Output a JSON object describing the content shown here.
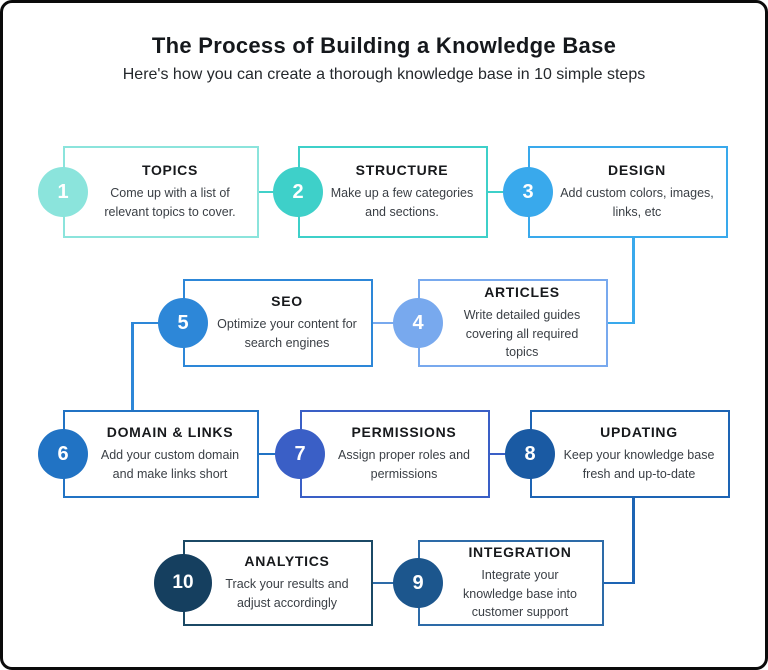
{
  "header": {
    "title": "The Process of Building a Knowledge Base",
    "subtitle": "Here's how you can create a thorough knowledge base in 10 simple steps"
  },
  "steps": [
    {
      "number": "1",
      "title": "TOPICS",
      "description": "Come up with a list of relevant topics to cover.",
      "color": "#8BE4DC"
    },
    {
      "number": "2",
      "title": "STRUCTURE",
      "description": "Make up a few categories and sections.",
      "color": "#3ED0C9"
    },
    {
      "number": "3",
      "title": "DESIGN",
      "description": "Add custom colors, images, links, etc",
      "color": "#39A9EC"
    },
    {
      "number": "4",
      "title": "ARTICLES",
      "description": "Write detailed guides covering all required topics",
      "color": "#78A9EE"
    },
    {
      "number": "5",
      "title": "SEO",
      "description": "Optimize your content for search engines",
      "color": "#2D87D8"
    },
    {
      "number": "6",
      "title": "DOMAIN & LINKS",
      "description": "Add your custom domain and make links short",
      "color": "#2173C4"
    },
    {
      "number": "7",
      "title": "PERMISSIONS",
      "description": "Assign proper roles and permissions",
      "color": "#3A5FC6"
    },
    {
      "number": "8",
      "title": "UPDATING",
      "description": "Keep your knowledge base fresh and up-to-date",
      "color": "#1D64B4",
      "circle_color": "#1A5AA3"
    },
    {
      "number": "9",
      "title": "INTEGRATION",
      "description": "Integrate your knowledge base into customer support",
      "color": "#2D6BA8",
      "circle_color": "#1C568D"
    },
    {
      "number": "10",
      "title": "ANALYTICS",
      "description": "Track your results and adjust accordingly",
      "color": "#1B4965",
      "circle_color": "#153F5F"
    }
  ]
}
